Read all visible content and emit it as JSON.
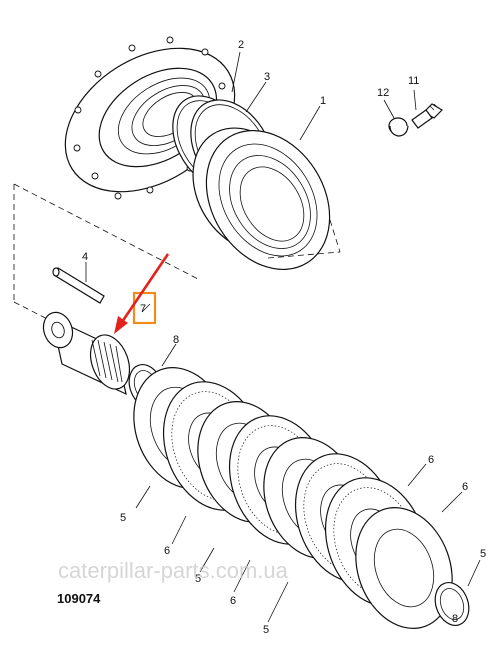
{
  "figure_number": "109074",
  "watermark": "caterpillar-parts.com.ua",
  "callouts": [
    {
      "id": "c1",
      "label": "1"
    },
    {
      "id": "c2",
      "label": "2"
    },
    {
      "id": "c3",
      "label": "3"
    },
    {
      "id": "c4",
      "label": "4"
    },
    {
      "id": "c6a",
      "label": "6"
    },
    {
      "id": "c8a",
      "label": "8"
    },
    {
      "id": "c11",
      "label": "11"
    },
    {
      "id": "c12",
      "label": "12"
    },
    {
      "id": "c5a",
      "label": "5"
    },
    {
      "id": "c6b",
      "label": "6"
    },
    {
      "id": "c5b",
      "label": "5"
    },
    {
      "id": "c6c",
      "label": "6"
    },
    {
      "id": "c5c",
      "label": "5"
    },
    {
      "id": "c6d",
      "label": "6"
    },
    {
      "id": "c5d",
      "label": "5"
    },
    {
      "id": "c8b",
      "label": "8"
    }
  ],
  "highlight": {
    "label": "7",
    "box_color": "#f28c1e",
    "arrow_color": "#e3221b"
  }
}
